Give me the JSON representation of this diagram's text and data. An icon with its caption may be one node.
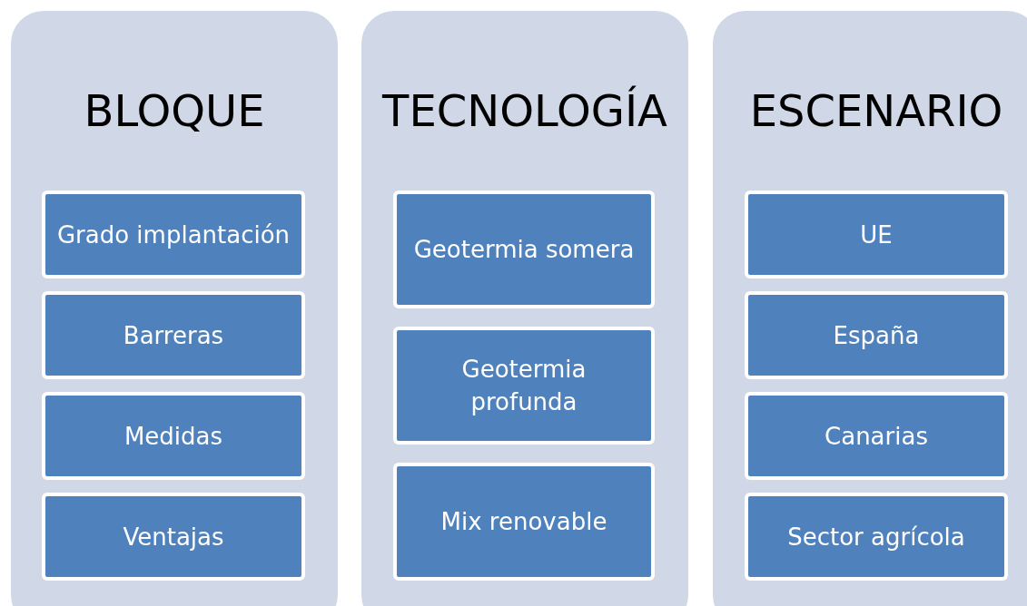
{
  "diagram": {
    "nodes": [
      {
        "text": [
          "BLOQUE"
        ]
      },
      {
        "text": [
          "Grado implantación"
        ],
        "in": 0
      },
      {
        "text": [
          "Barreras"
        ],
        "in": 0
      },
      {
        "text": [
          "Medidas"
        ],
        "in": 0
      },
      {
        "text": [
          "Ventajas"
        ],
        "in": 0
      },
      {
        "text": [
          "TECNOLOGÍA"
        ]
      },
      {
        "text": [
          "Geotermia somera"
        ],
        "in": 5
      },
      {
        "text": [
          "Geotermia profunda"
        ],
        "in": 5
      },
      {
        "text": [
          "Mix renovable"
        ],
        "in": 5
      },
      {
        "text": [
          "ESCENARIO"
        ]
      },
      {
        "text": [
          "UE"
        ],
        "in": 9
      },
      {
        "text": [
          "España"
        ],
        "in": 9
      },
      {
        "text": [
          "Canarias"
        ],
        "in": 9
      },
      {
        "text": [
          "Sector agrícola"
        ],
        "in": 9
      }
    ]
  }
}
